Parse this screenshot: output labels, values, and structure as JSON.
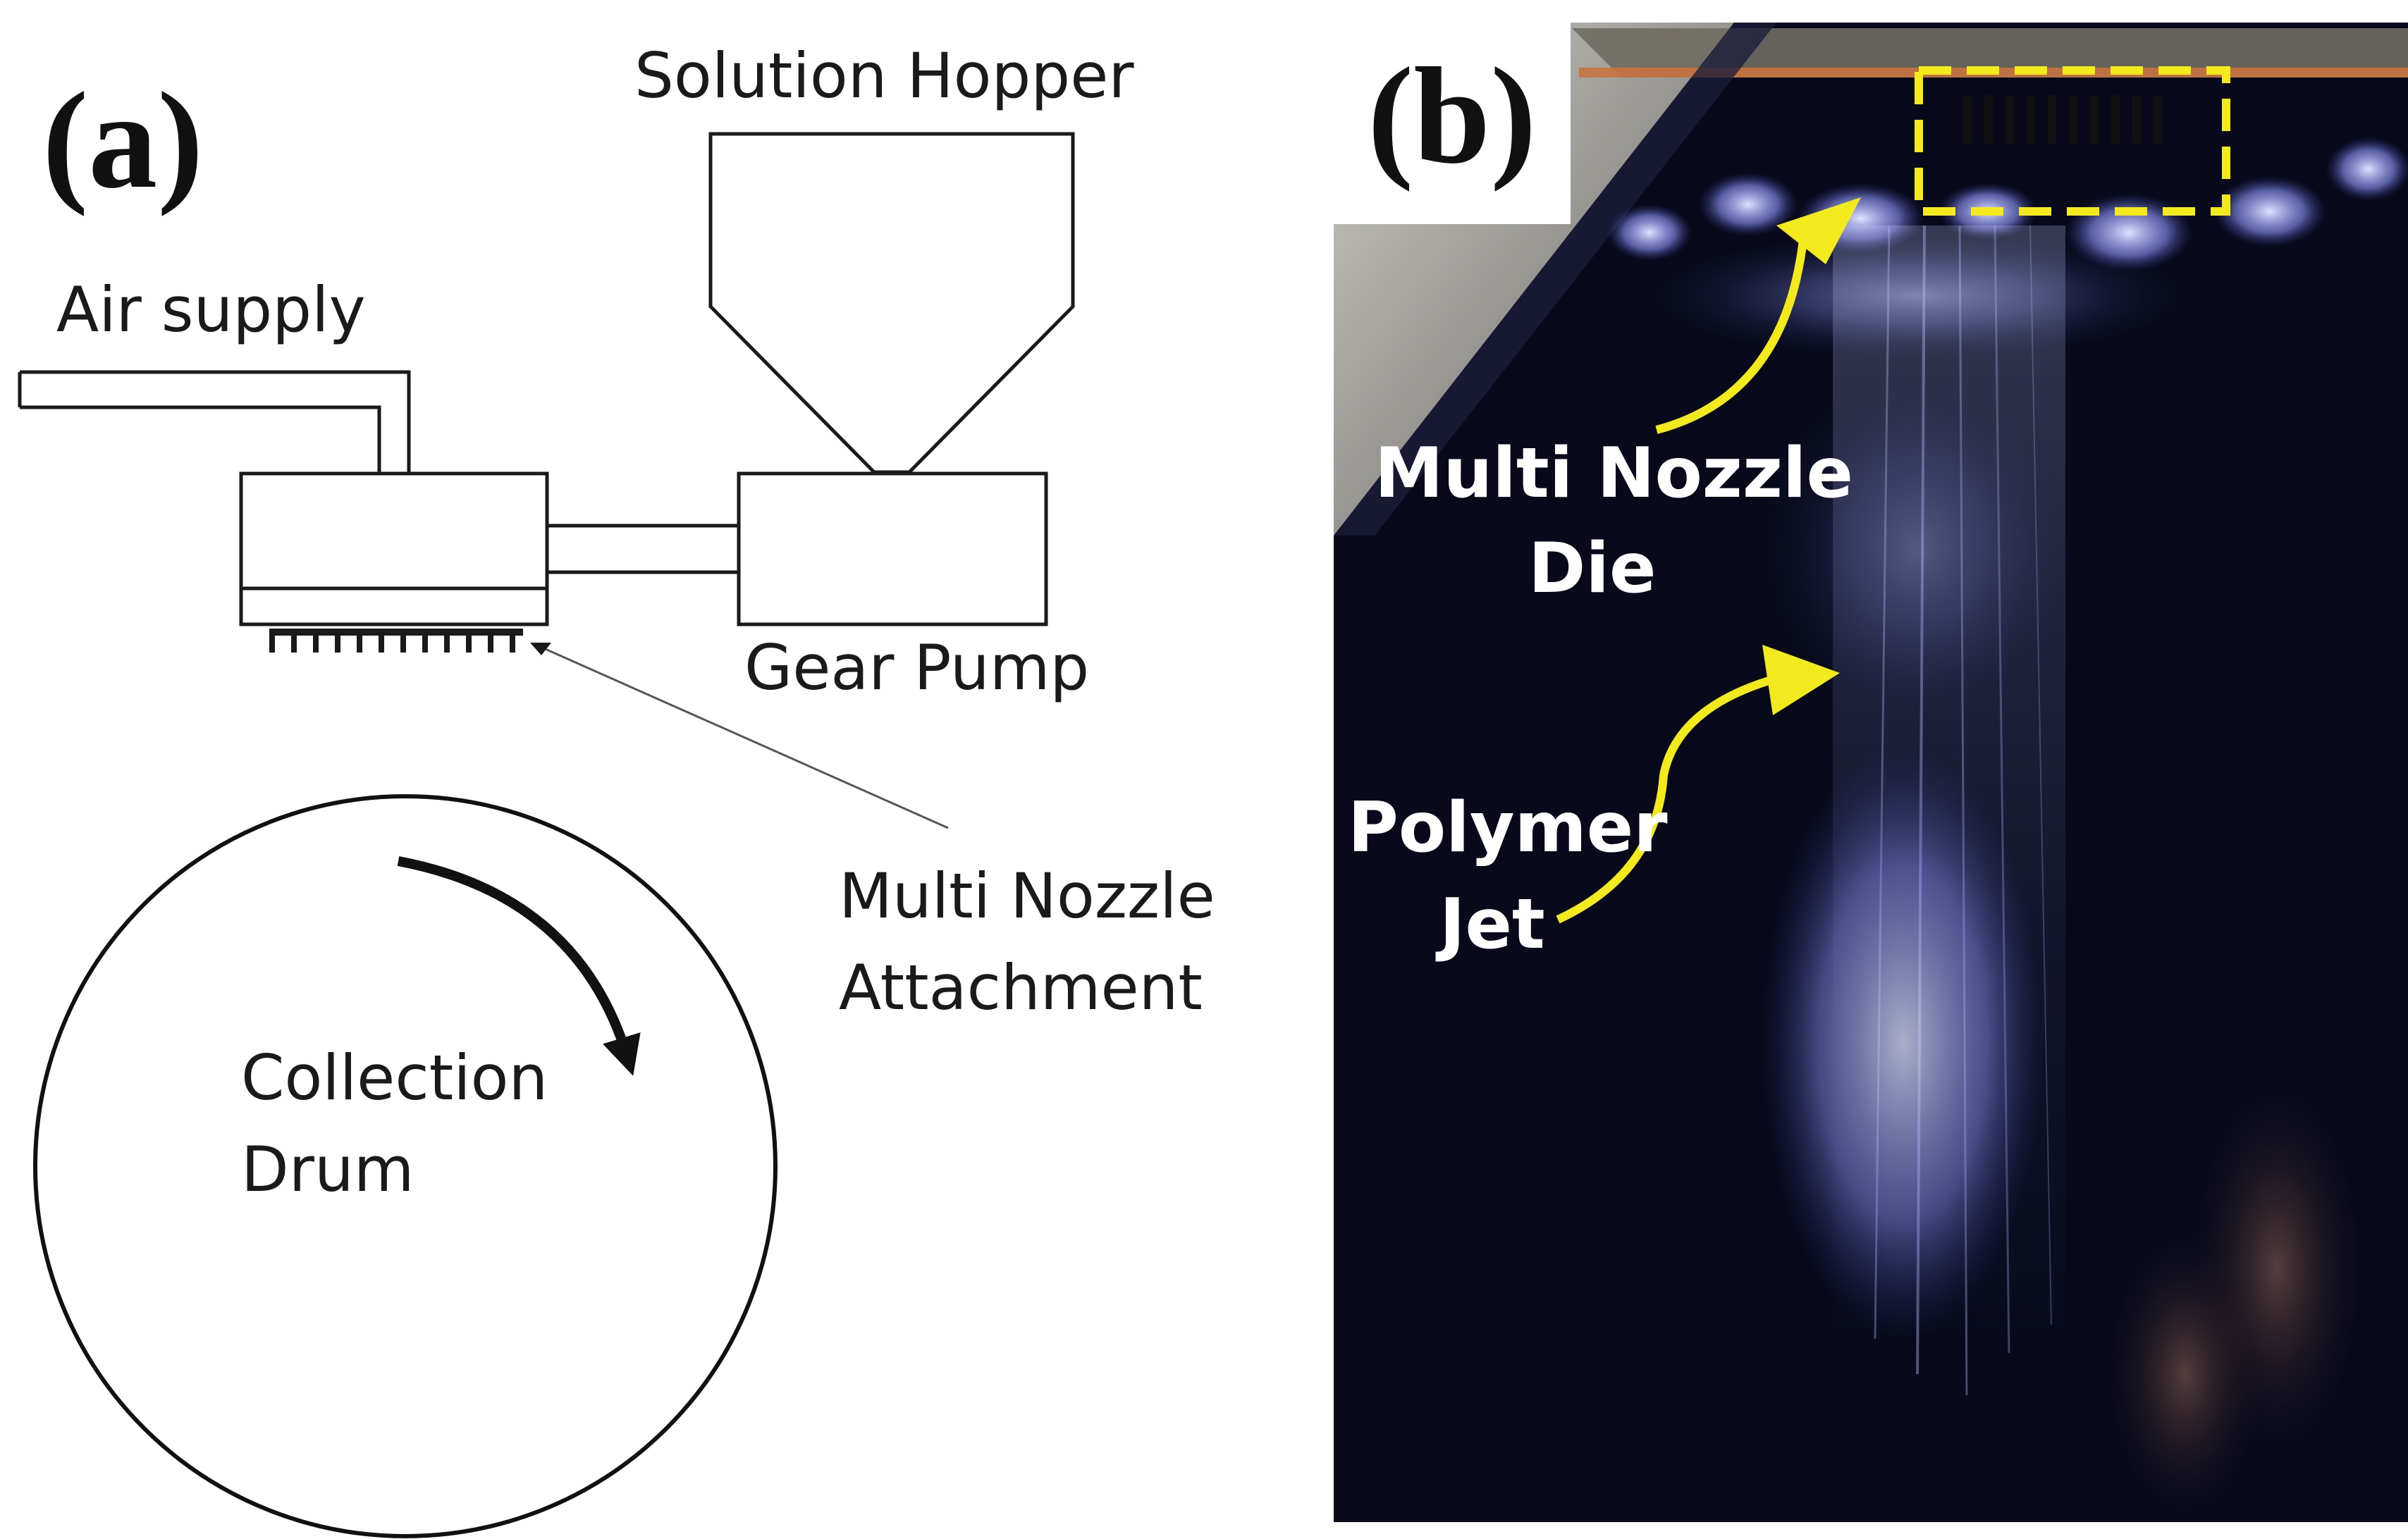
{
  "panel_a": {
    "label": "(a)",
    "solution_hopper": "Solution Hopper",
    "air_supply": "Air supply",
    "gear_pump": "Gear Pump",
    "multi_nozzle_attachment_line1": "Multi Nozzle",
    "multi_nozzle_attachment_line2": "Attachment",
    "collection_drum_line1": "Collection",
    "collection_drum_line2": "Drum"
  },
  "panel_b": {
    "label": "(b)",
    "multi_nozzle_die_line1": "Multi Nozzle",
    "multi_nozzle_die_line2": "Die",
    "polymer_jet_line1": "Polymer",
    "polymer_jet_line2": "Jet"
  },
  "colors": {
    "annotation_yellow": "#f2ea1c",
    "photo_background": "#0a0b1e",
    "light_glow": "#aab4ff"
  }
}
